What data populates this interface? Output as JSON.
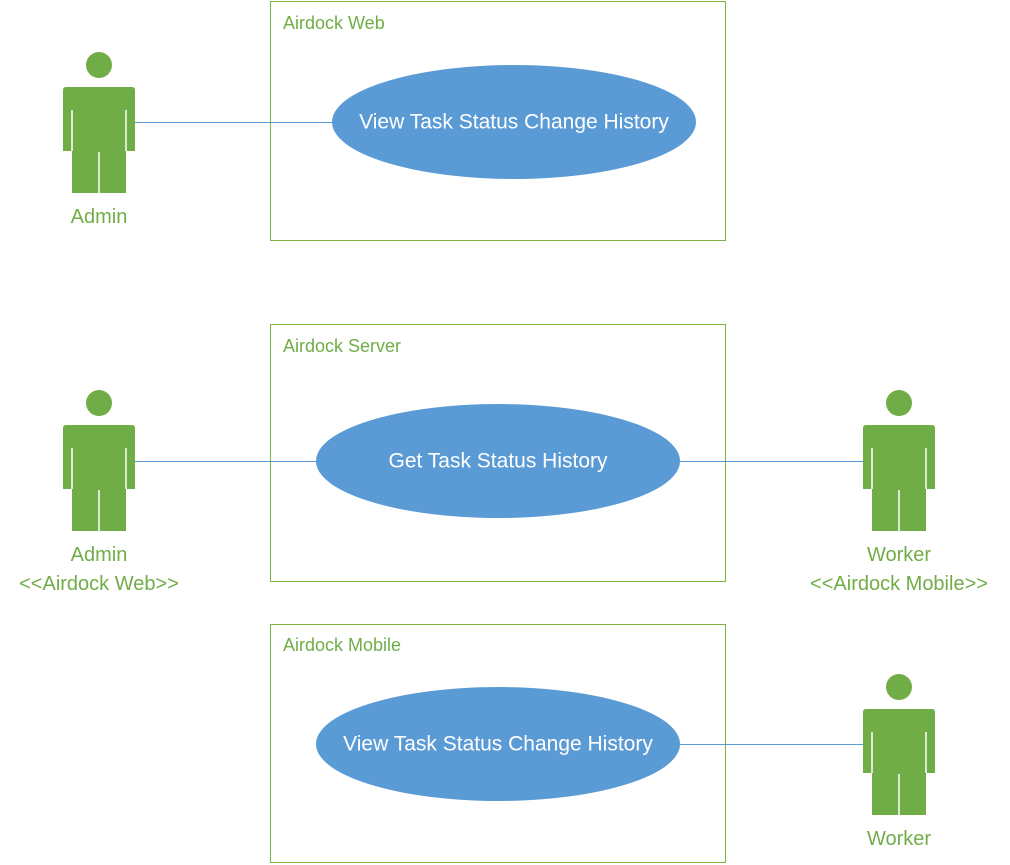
{
  "colors": {
    "boundary": "#7cb342",
    "actor": "#70ad47",
    "usecase": "#5b9bd5",
    "usecase_text": "#ffffff"
  },
  "systems": [
    {
      "name": "Airdock Web",
      "use_case": "View Task Status Change History"
    },
    {
      "name": "Airdock Server",
      "use_case": "Get Task Status History"
    },
    {
      "name": "Airdock Mobile",
      "use_case": "View Task Status Change History"
    }
  ],
  "actors": [
    {
      "name": "Admin",
      "stereotype": ""
    },
    {
      "name": "Admin",
      "stereotype": "<<Airdock Web>>"
    },
    {
      "name": "Worker",
      "stereotype": "<<Airdock Mobile>>"
    },
    {
      "name": "Worker",
      "stereotype": ""
    }
  ],
  "actor_icon": "person-icon"
}
